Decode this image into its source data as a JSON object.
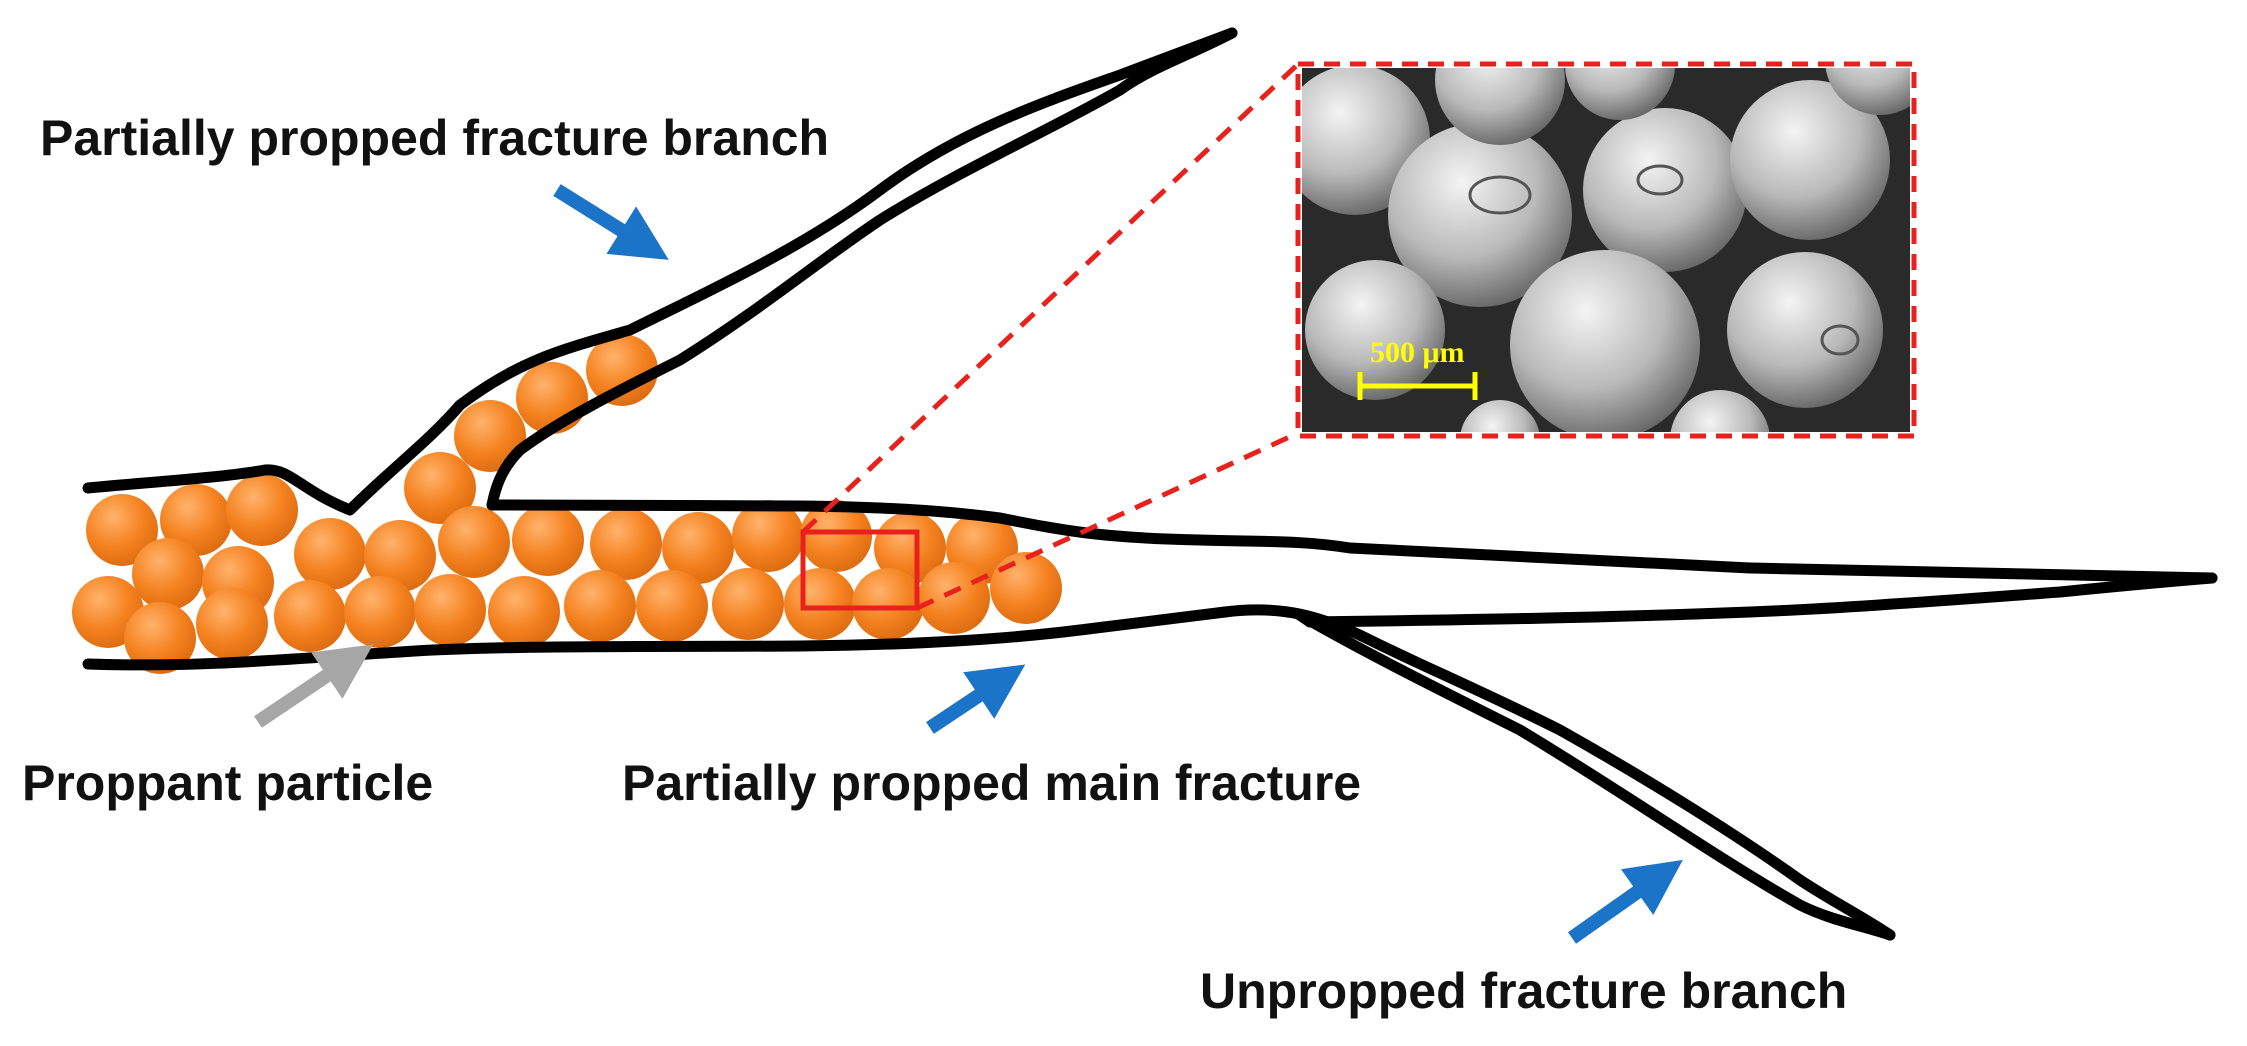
{
  "labels": {
    "branch_top": "Partially propped fracture branch",
    "proppant": "Proppant particle",
    "main_fracture": "Partially propped main fracture",
    "branch_bottom": "Unpropped fracture branch"
  },
  "inset": {
    "scale_bar_label": "500 μm"
  },
  "colors": {
    "proppant": "#F58220",
    "arrow_blue": "#1C74C9",
    "arrow_gray": "#A6A6A6",
    "highlight_red": "#E8211C",
    "scale_yellow": "#FFFF00",
    "outline": "#000000"
  }
}
